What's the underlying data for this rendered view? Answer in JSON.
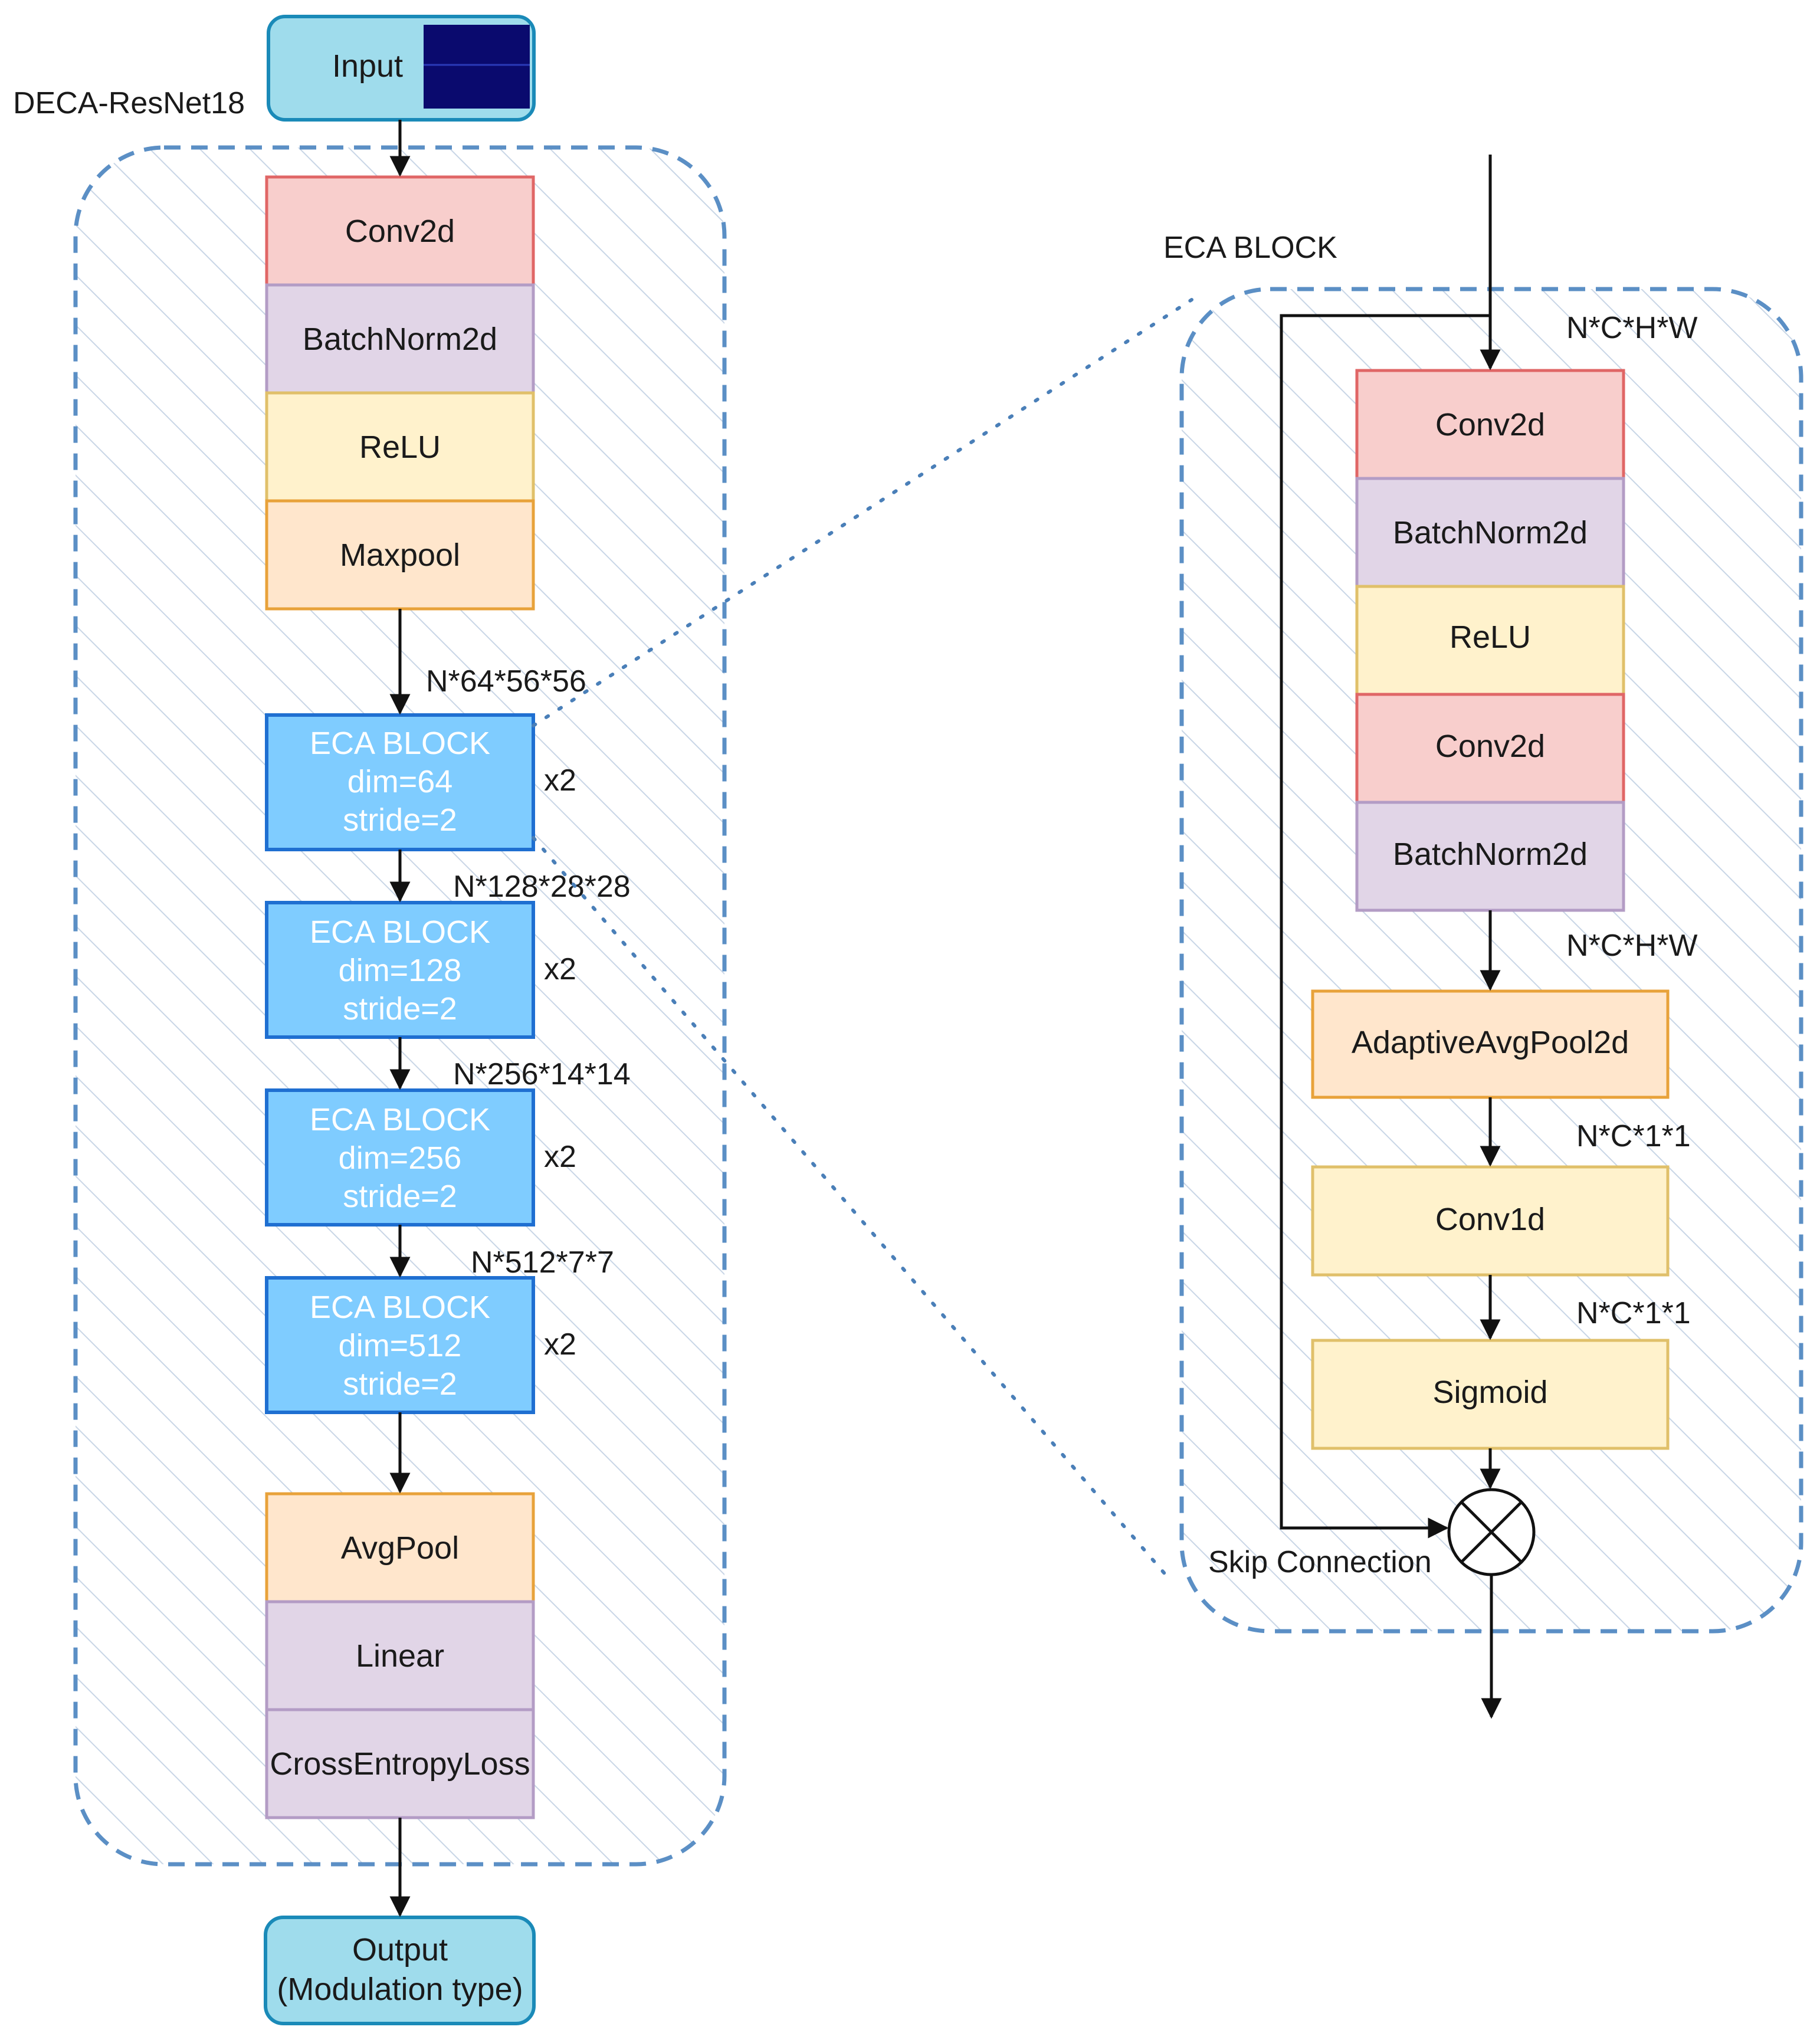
{
  "colors": {
    "conv": "#f8cecc",
    "conv_border": "#e06666",
    "norm": "#e1d5e7",
    "norm_border": "#b39cc5",
    "relu": "#fff2cc",
    "relu_border": "#e0c06a",
    "pool": "#ffe6cc",
    "pool_border": "#e8a23a",
    "eca": "#7fccff",
    "eca_border": "#1f6fd1",
    "io": "#9fdcec",
    "io_border": "#1a8ab8",
    "dashed": "#5b8fc5",
    "hatch": "#c9d6e6",
    "input_img": "#0a0a6e"
  },
  "left": {
    "input_label": "Input",
    "network_title": "DECA-ResNet18",
    "stem": [
      "Conv2d",
      "BatchNorm2d",
      "ReLU",
      "Maxpool"
    ],
    "eca_blocks": [
      {
        "title": "ECA BLOCK",
        "dim": "dim=64",
        "stride": "stride=2",
        "repeat": "x2",
        "shape_in": "N*64*56*56"
      },
      {
        "title": "ECA BLOCK",
        "dim": "dim=128",
        "stride": "stride=2",
        "repeat": "x2",
        "shape_in": "N*128*28*28"
      },
      {
        "title": "ECA BLOCK",
        "dim": "dim=256",
        "stride": "stride=2",
        "repeat": "x2",
        "shape_in": "N*256*14*14"
      },
      {
        "title": "ECA BLOCK",
        "dim": "dim=512",
        "stride": "stride=2",
        "repeat": "x2",
        "shape_in": "N*512*7*7"
      }
    ],
    "head": [
      "AvgPool",
      "Linear",
      "CrossEntropyLoss"
    ],
    "output_line1": "Output",
    "output_line2": "(Modulation type)"
  },
  "right": {
    "title": "ECA BLOCK",
    "shape_top": "N*C*H*W",
    "layers": [
      "Conv2d",
      "BatchNorm2d",
      "ReLU",
      "Conv2d",
      "BatchNorm2d"
    ],
    "shape_mid": "N*C*H*W",
    "pool_label": "AdaptiveAvgPool2d",
    "shape_pool": "N*C*1*1",
    "conv1d_label": "Conv1d",
    "shape_conv1d": "N*C*1*1",
    "sigmoid_label": "Sigmoid",
    "skip_label": "Skip Connection"
  }
}
